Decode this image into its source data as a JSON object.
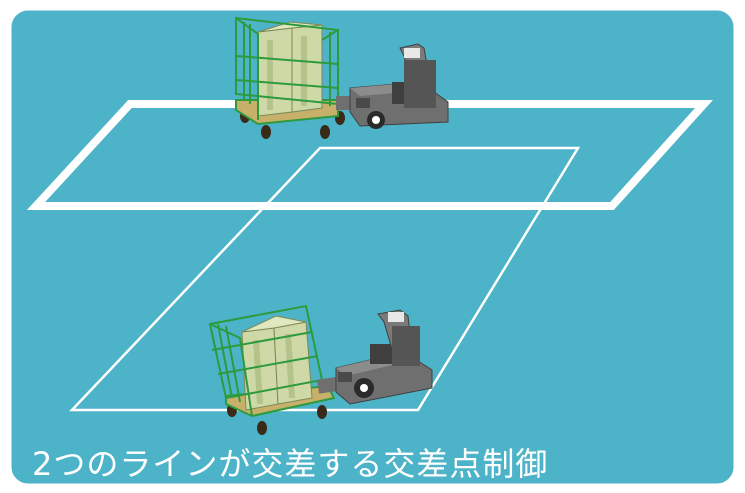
{
  "caption": "2つのラインが交差する交差点制御",
  "colors": {
    "background": "#4db3c8",
    "frame": "#ffffff",
    "line": "#ffffff",
    "cart_frame": "#2e9a3e",
    "cargo": "#cfd9a8",
    "cargo_shadow": "#b3c38a",
    "tug_body": "#6f6f6f",
    "tug_dark": "#3f3f3f",
    "tug_top": "#8c8c8c"
  },
  "objects": {
    "top_vehicle": "agv-tugger-with-cart",
    "bottom_vehicle": "agv-tugger-with-cart",
    "thick_line": "guide-line-loop-1",
    "thin_line": "guide-line-loop-2"
  }
}
